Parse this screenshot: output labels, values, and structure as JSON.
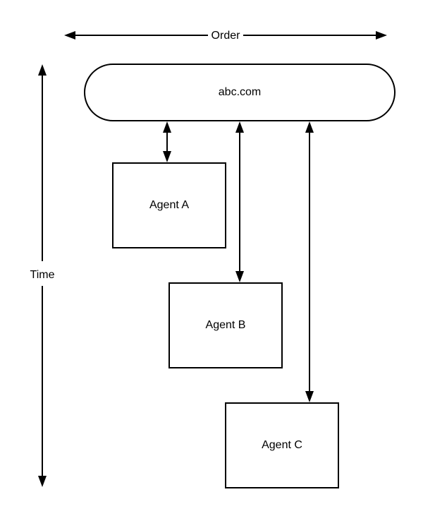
{
  "axes": {
    "order_label": "Order",
    "time_label": "Time"
  },
  "server": {
    "label": "abc.com"
  },
  "agents": [
    {
      "label": "Agent A"
    },
    {
      "label": "Agent B"
    },
    {
      "label": "Agent C"
    }
  ]
}
